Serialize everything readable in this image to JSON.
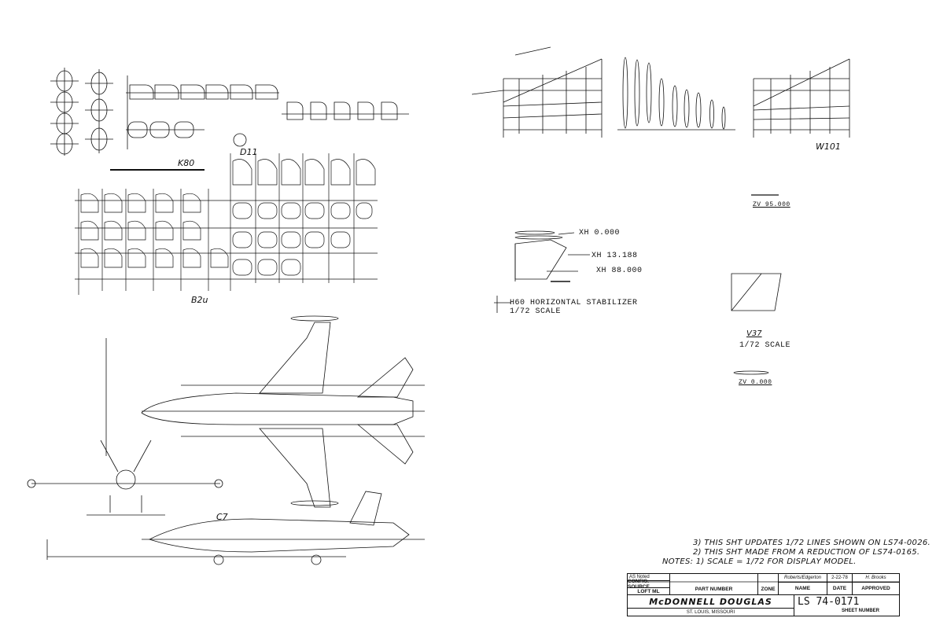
{
  "drawing": {
    "section_labels": {
      "d11": "D11",
      "k80": "K80",
      "b2u": "B2u",
      "w101": "W101",
      "c7": "C7"
    },
    "horizontal_stabilizer": {
      "stations": [
        "XH 0.000",
        "XH 13.188",
        "XH 88.000"
      ],
      "title": "H60 HORIZONTAL STABILIZER",
      "scale": "1/72 SCALE"
    },
    "vertical_tail": {
      "top_station": "ZV 95.000",
      "label": "V37",
      "scale": "1/72 SCALE",
      "bottom_station": "ZV 0.000"
    },
    "notes": {
      "note3": "3) THIS SHT UPDATES 1/72 LINES SHOWN ON LS74-0026.",
      "note2": "2) THIS SHT MADE FROM A REDUCTION OF LS74-0165.",
      "note1": "NOTES: 1) SCALE = 1/72 FOR DISPLAY MODEL."
    }
  },
  "title_block": {
    "as_noted": "AS Noted",
    "config_source": "CONFIG. SOURCE",
    "loft_ml": "LOFT ML",
    "part_number": "PART NUMBER",
    "zone": "ZONE",
    "drawn_by": "Roberts/Edgerton",
    "date_value": "2-22-78",
    "approved_signature": "H. Brooks",
    "name": "NAME",
    "date": "DATE",
    "approved": "APPROVED",
    "company": "McDONNELL DOUGLAS",
    "location": "ST. LOUIS, MISSOURI",
    "sheet_number_value": "LS 74-0171",
    "sheet_number_label": "SHEET NUMBER"
  }
}
